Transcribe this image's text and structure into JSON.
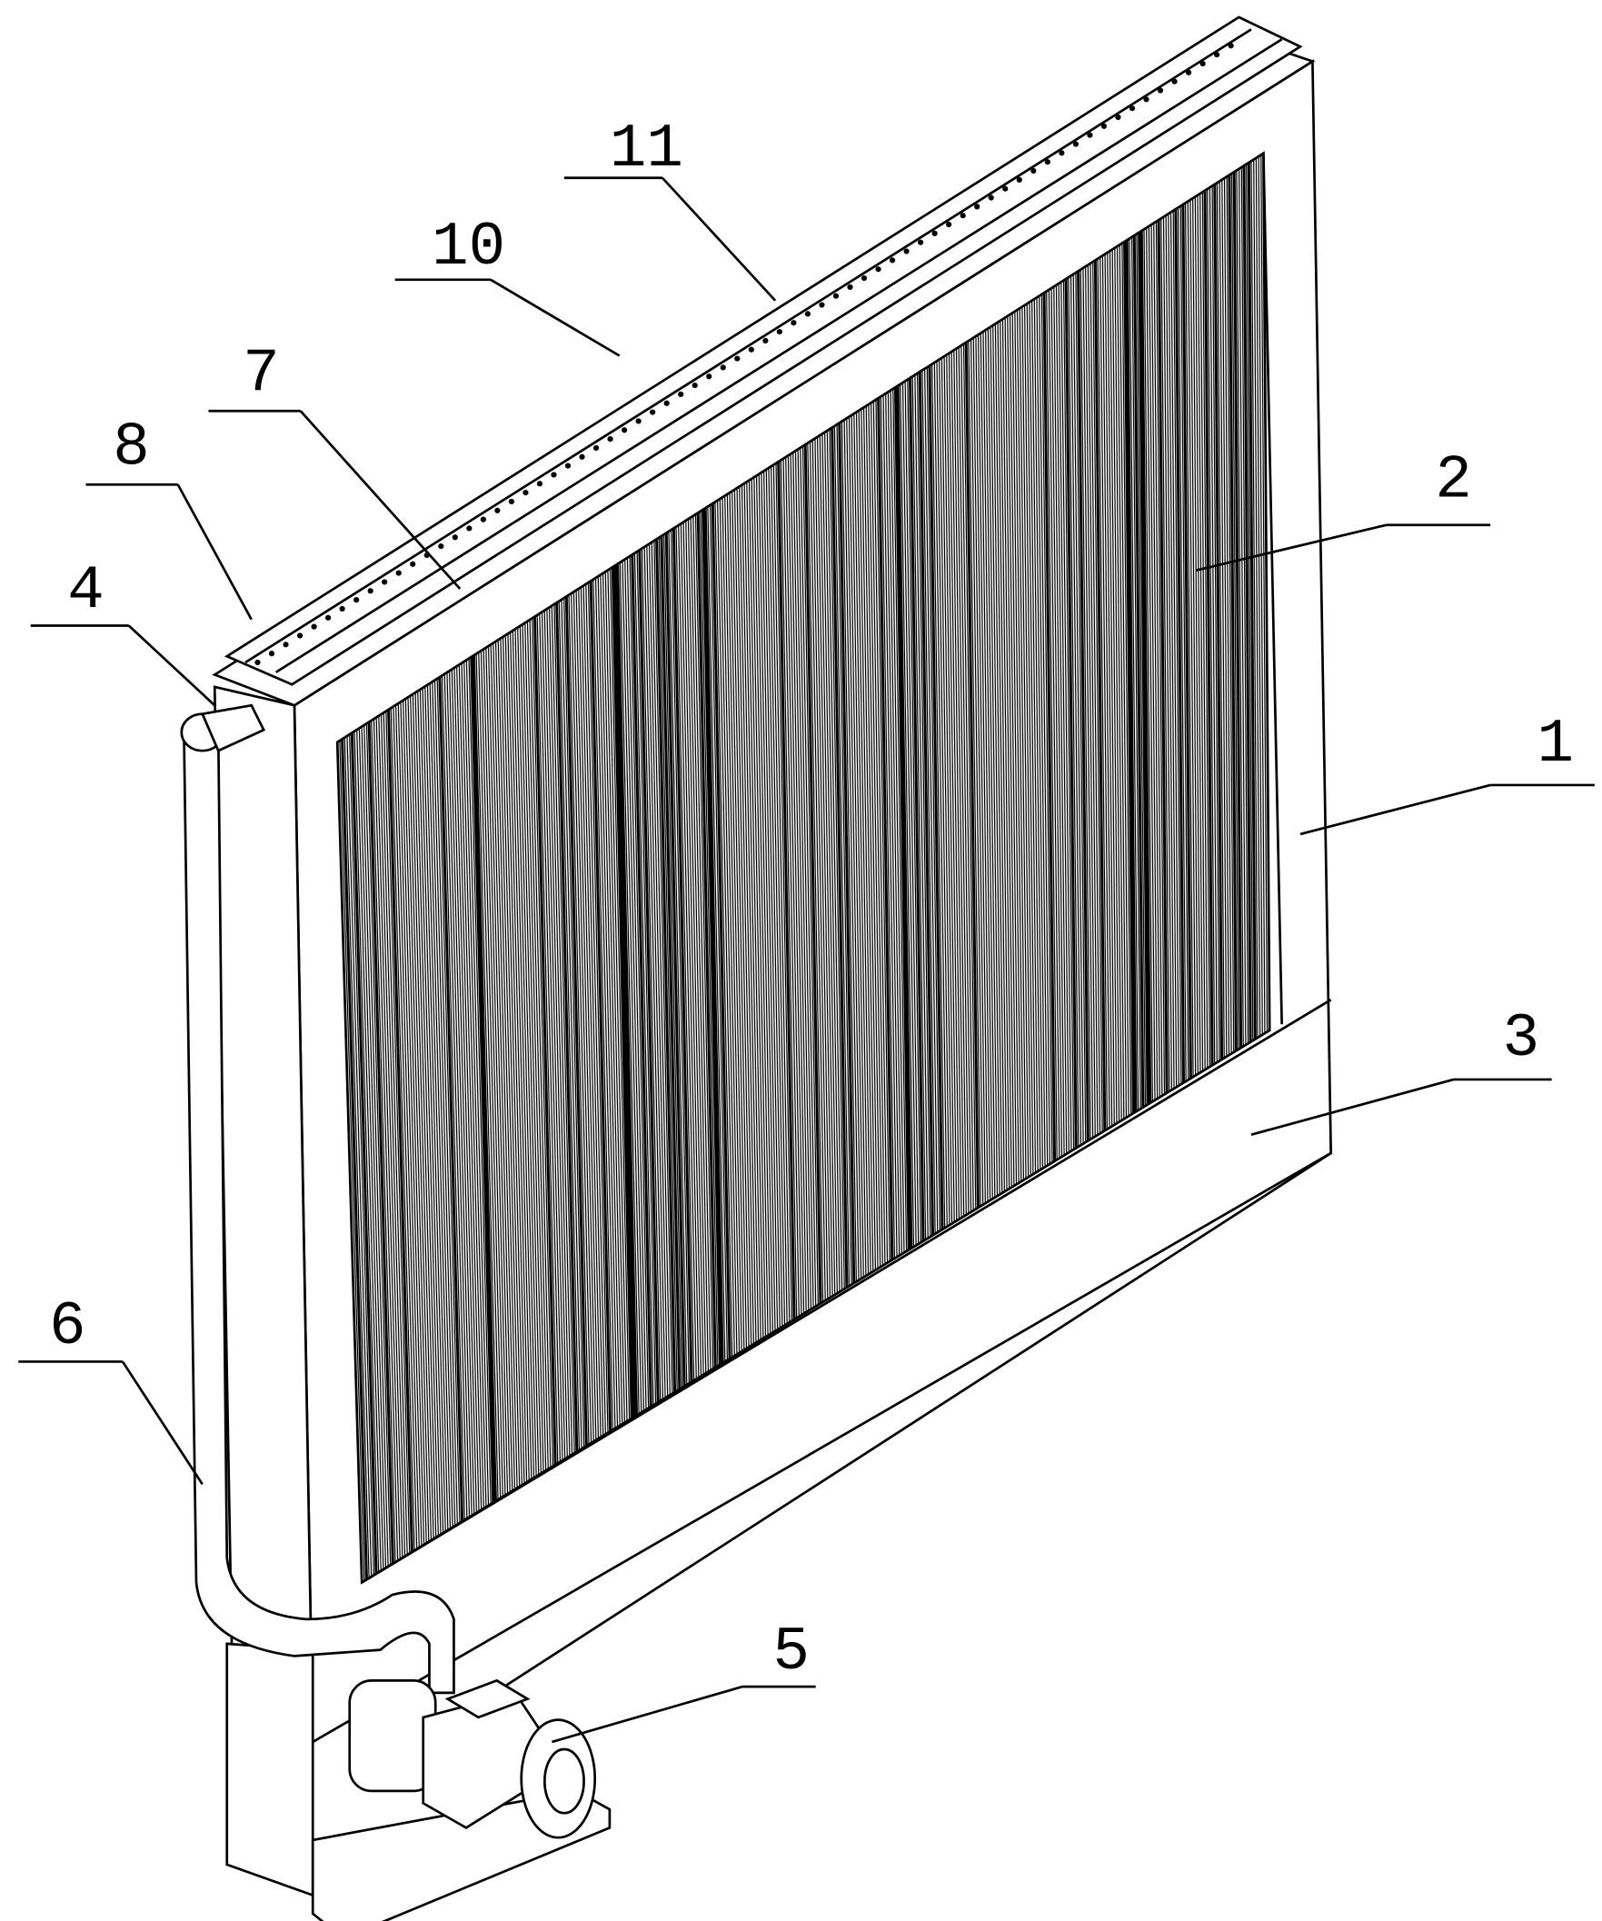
{
  "figure": {
    "labels": {
      "frame": "1",
      "fin_panel": "2",
      "water_basin": "3",
      "inlet_pipe": "4",
      "pump": "5",
      "riser_pipe": "6",
      "trough": "7",
      "trough_end": "8",
      "spray_holes": "10",
      "spray_pipe": "11"
    }
  }
}
